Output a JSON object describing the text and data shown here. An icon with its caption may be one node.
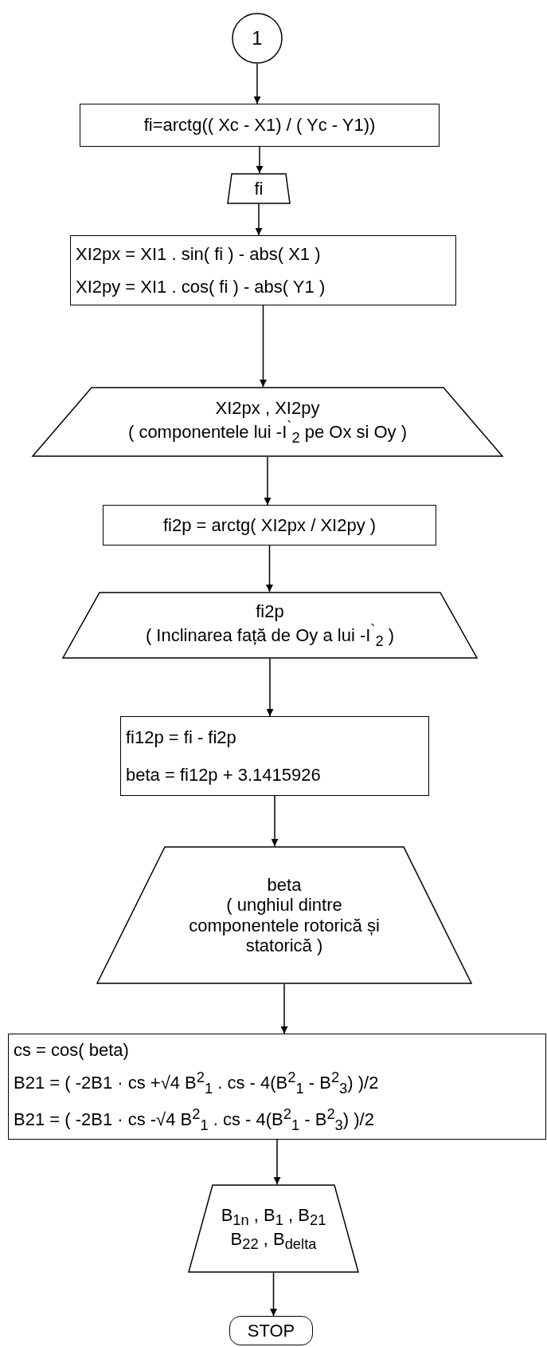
{
  "diagram": {
    "nodes": [
      {
        "text": [
          "1"
        ]
      },
      {
        "text": [
          "fi=arctg(( Xc - X1) / ( Yc - Y1))"
        ]
      },
      {
        "text": [
          "fi"
        ]
      },
      {
        "text": [
          "XI2px = XI1 . sin( fi ) - abs( X1 )",
          "XI2py = XI1 . cos( fi ) - abs( Y1 )"
        ]
      },
      {
        "text": [
          "XI2px , XI2py",
          "( componentele lui -I$^{`}$$_{2}$ pe Ox si Oy )"
        ]
      },
      {
        "text": [
          "fi2p = arctg( XI2px / XI2py )"
        ]
      },
      {
        "text": [
          "fi2p",
          "( Inclinarea față de Oy a lui -I$^{`}$$_{2}$ )"
        ]
      },
      {
        "text": [
          "fi12p = fi - fi2p",
          "beta = fi12p + 3.1415926"
        ]
      },
      {
        "text": [
          "beta",
          "( unghiul dintre componentele rotorică și statorică )"
        ]
      },
      {
        "text": [
          "cs = cos( beta)",
          "B21 = ( -2B1 · cs +√4 B$^{2}$$_{1}$ . cs - 4(B$^{2}$$_{1}$ - B$^{2}$$_{3}$) )/2",
          "B21 = ( -2B1 · cs -√4 B$^{2}$$_{1}$ . cs - 4(B$^{2}$$_{1}$ - B$^{2}$$_{3}$) )/2"
        ]
      },
      {
        "text": [
          "B$_{1n}$ , B$_{1}$ , B$_{21}$",
          "B$_{22}$ , B$_{delta}$"
        ]
      },
      {
        "text": [
          "STOP"
        ]
      }
    ],
    "edges": [
      {
        "from": 0,
        "to": 1,
        "arrow": "to"
      },
      {
        "from": 1,
        "to": 2,
        "arrow": "to"
      },
      {
        "from": 2,
        "to": 3,
        "arrow": "to"
      },
      {
        "from": 3,
        "to": 4,
        "arrow": "to"
      },
      {
        "from": 4,
        "to": 5,
        "arrow": "to"
      },
      {
        "from": 5,
        "to": 6,
        "arrow": "to"
      },
      {
        "from": 6,
        "to": 7,
        "arrow": "to"
      },
      {
        "from": 7,
        "to": 8,
        "arrow": "to"
      },
      {
        "from": 8,
        "to": 9,
        "arrow": "to"
      },
      {
        "from": 9,
        "to": 10,
        "arrow": "to"
      },
      {
        "from": 10,
        "to": 11,
        "arrow": "to"
      }
    ]
  }
}
